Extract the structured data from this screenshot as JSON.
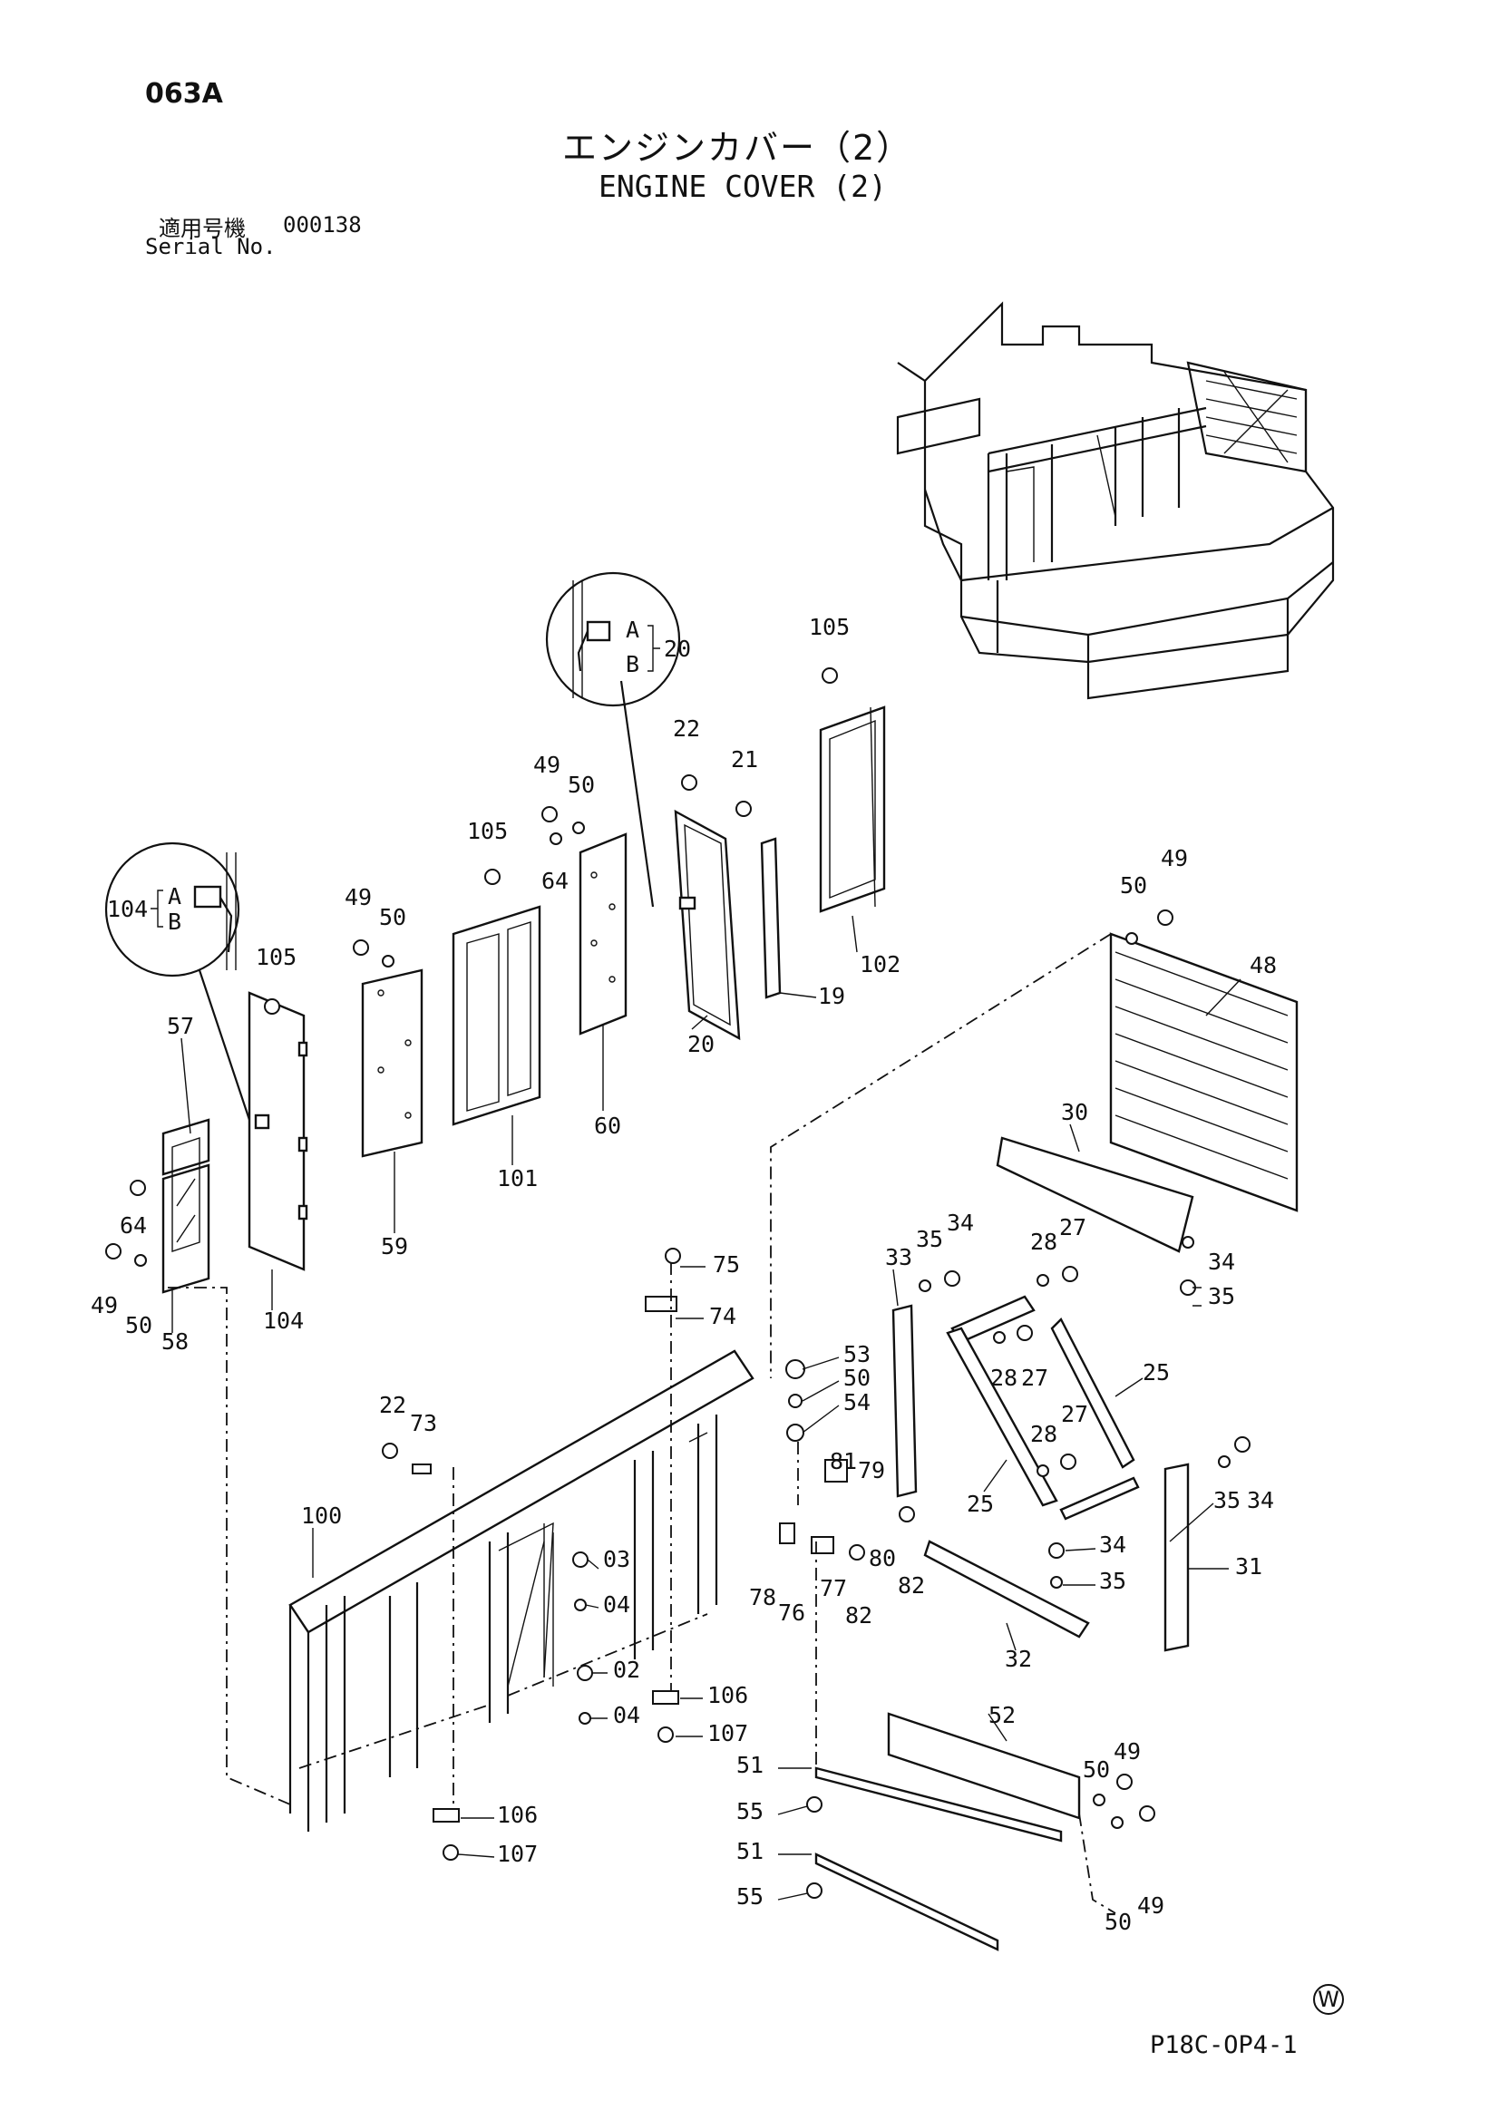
{
  "header": {
    "page_code": "063A",
    "title_jp": "エンジンカバー（2）",
    "title_en": "ENGINE COVER (2)",
    "serial_label_jp": "適用号機",
    "serial_value": "000138",
    "serial_label_en": "Serial No."
  },
  "detail_a": {
    "labels": [
      "A",
      "B"
    ],
    "ref": "20"
  },
  "detail_b": {
    "labels": [
      "A",
      "B"
    ],
    "ref": "104"
  },
  "callouts": {
    "c105a": "105",
    "c20a": "20",
    "c22a": "22",
    "c21": "21",
    "c49a": "49",
    "c50a": "50",
    "c105b": "105",
    "c64a": "64",
    "c49b": "49",
    "c50b": "50",
    "c105c": "105",
    "c57": "57",
    "c102": "102",
    "c19": "19",
    "c20b": "20",
    "c60": "60",
    "c101": "101",
    "c59": "59",
    "c50c": "50",
    "c49c": "49",
    "c48": "48",
    "c30": "30",
    "c64b": "64",
    "c49d": "49",
    "c50d": "50",
    "c58": "58",
    "c104": "104",
    "c75": "75",
    "c74": "74",
    "c33": "33",
    "c35a": "35",
    "c34a": "34",
    "c28a": "28",
    "c27a": "27",
    "c34b": "34",
    "c35b": "35",
    "c28b": "28",
    "c27b": "27",
    "c25a": "25",
    "c28c": "28",
    "c27c": "27",
    "c25b": "25",
    "c53": "53",
    "c50e": "50",
    "c54": "54",
    "c22b": "22",
    "c73": "73",
    "c100": "100",
    "c81": "81",
    "c79": "79",
    "c35c": "35",
    "c34c": "34",
    "c03": "03",
    "c04a": "04",
    "c02": "02",
    "c04b": "04",
    "c78": "78",
    "c76": "76",
    "c77": "77",
    "c80": "80",
    "c82a": "82",
    "c82b": "82",
    "c34d": "34",
    "c35d": "35",
    "c31": "31",
    "c32": "32",
    "c106a": "106",
    "c107a": "107",
    "c52": "52",
    "c50f": "50",
    "c49e": "49",
    "c51a": "51",
    "c55a": "55",
    "c51b": "51",
    "c55b": "55",
    "c106b": "106",
    "c107b": "107",
    "c50g": "50",
    "c49f": "49"
  },
  "footer": {
    "mark": "W",
    "code": "P18C-OP4-1"
  }
}
